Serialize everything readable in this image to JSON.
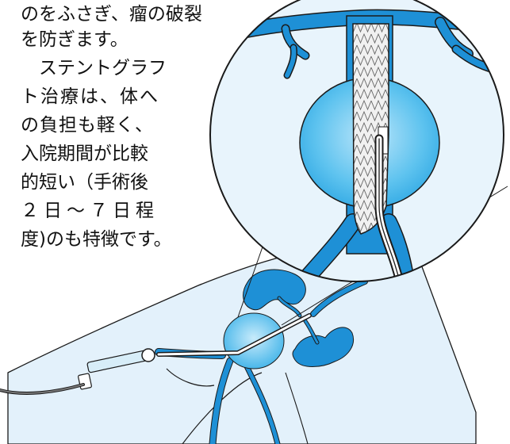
{
  "text": {
    "lines": [
      "のをふさぎ、瘤の破裂",
      "を防ぎます。",
      "　ステントグラフ",
      "ト治療は、体へ",
      "の負担も軽く、",
      "入院期間が比較",
      "的短い（手術後",
      "２日～７日程",
      "度)のも特徴です。"
    ]
  },
  "colors": {
    "vessel_blue": "#1e90d6",
    "bulge_blue": "#4dbbec",
    "skin_blue": "#e3f1fb",
    "outline": "#1a1a1a"
  }
}
